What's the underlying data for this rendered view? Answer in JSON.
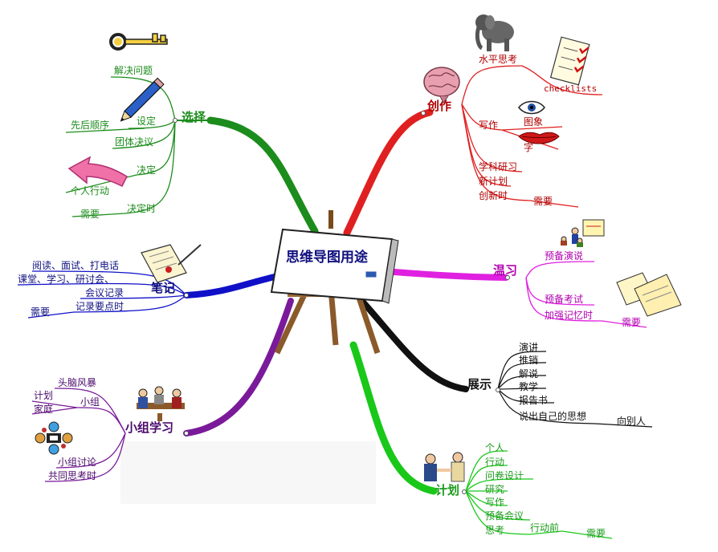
{
  "center": {
    "title": "思维导图用途"
  },
  "colors": {
    "creation": "#e02020",
    "select": "#1c8c1c",
    "notes": "#1010c8",
    "review": "#e020e0",
    "group": "#7a1a9a",
    "show": "#111111",
    "plan": "#19c819"
  },
  "branches": {
    "select": {
      "title": "选择",
      "items": [
        "解决问题",
        "设定",
        "先后顺序",
        "团体决议",
        "决定",
        "个人行动",
        "决定时",
        "需要"
      ]
    },
    "notes": {
      "title": "笔记",
      "items": [
        "阅读、面试、打电话",
        "课堂、学习、研讨会、",
        "会议记录",
        "记录要点时",
        "需要"
      ]
    },
    "group": {
      "title": "小组学习",
      "items": [
        "头脑风暴",
        "计划",
        "小组",
        "家庭",
        "小组讨论",
        "共同思考时"
      ]
    },
    "creation": {
      "title": "创作",
      "items": [
        "水平思考",
        "checklists",
        "写作",
        "图象",
        "字",
        "学科研习",
        "新计划",
        "创新时",
        "需要"
      ]
    },
    "review": {
      "title": "温习",
      "items": [
        "预备演说",
        "预备考试",
        "加强记忆时",
        "需要"
      ]
    },
    "show": {
      "title": "展示",
      "items": [
        "演讲",
        "推销",
        "解说",
        "教学",
        "报告书",
        "说出自己的思想",
        "向别人"
      ]
    },
    "plan": {
      "title": "计划",
      "items": [
        "个人",
        "行动",
        "问卷设计",
        "研究",
        "写作",
        "预备会议",
        "思考",
        "行动前",
        "需要"
      ]
    }
  },
  "icons": [
    "key-icon",
    "pencil-icon",
    "pointing-arrow-icon",
    "elephant-icon",
    "brain-icon",
    "checklist-icon",
    "eye-icon",
    "lips-icon",
    "presentation-icon",
    "papers-icon",
    "writing-paper-icon",
    "meeting-icon",
    "network-icon",
    "handshake-icon",
    "easel-icon"
  ]
}
